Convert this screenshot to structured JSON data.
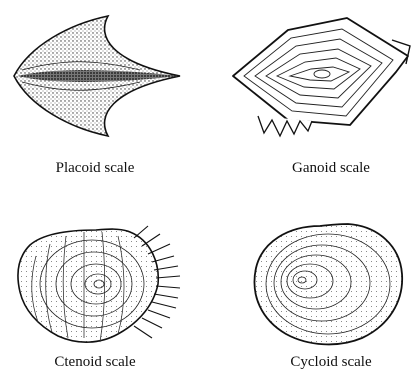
{
  "figure": {
    "panels": [
      {
        "id": "placoid",
        "label": "Placoid scale"
      },
      {
        "id": "ganoid",
        "label": "Ganoid scale"
      },
      {
        "id": "ctenoid",
        "label": "Ctenoid scale"
      },
      {
        "id": "cycloid",
        "label": "Cycloid scale"
      }
    ]
  }
}
